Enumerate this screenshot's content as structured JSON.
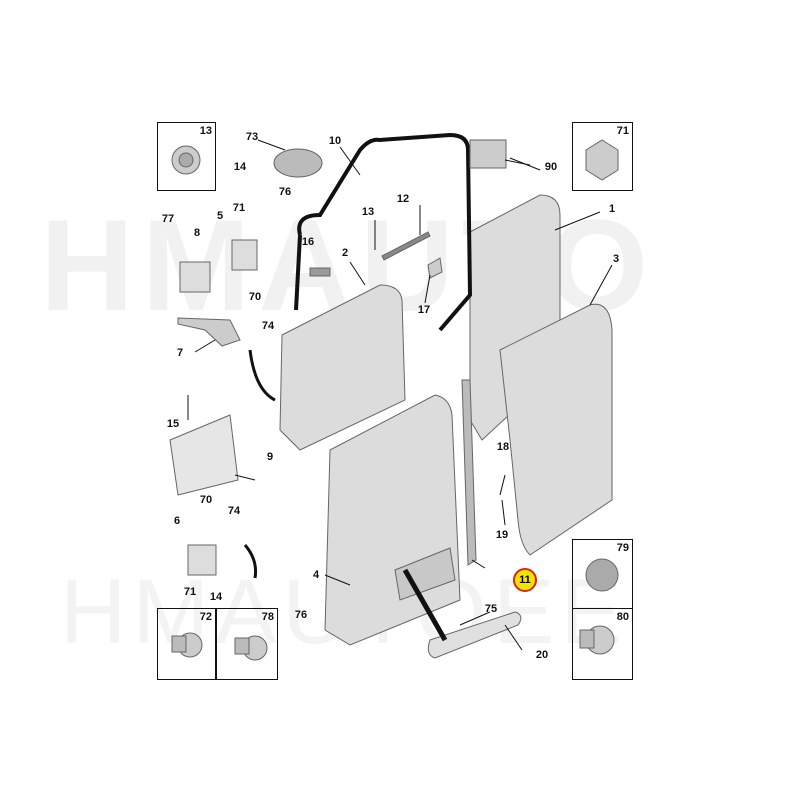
{
  "watermark": {
    "top": "HMAUTO",
    "bottom": "HMAUTOEE"
  },
  "highlighted_part": "11",
  "colors": {
    "highlight_fill": "#f5e400",
    "highlight_ring": "#d8261c",
    "part_fill": "#dcdcdc"
  },
  "boxes": {
    "b13": "13",
    "b71": "71",
    "b72": "72",
    "b78": "78",
    "b79": "79",
    "b80": "80"
  },
  "labels": {
    "l73": "73",
    "l10": "10",
    "l90": "90",
    "l14a": "14",
    "l76a": "76",
    "l77": "77",
    "l8": "8",
    "l5": "5",
    "l71a": "71",
    "l70a": "70",
    "l16": "16",
    "l2": "2",
    "l13": "13",
    "l12": "12",
    "l17": "17",
    "l1": "1",
    "l3": "3",
    "l7": "7",
    "l74a": "74",
    "l15": "15",
    "l9": "9",
    "l18": "18",
    "l19": "19",
    "l70b": "70",
    "l74b": "74",
    "l6": "6",
    "l71b": "71",
    "l14b": "14",
    "l76b": "76",
    "l4": "4",
    "l75": "75",
    "l20": "20"
  }
}
